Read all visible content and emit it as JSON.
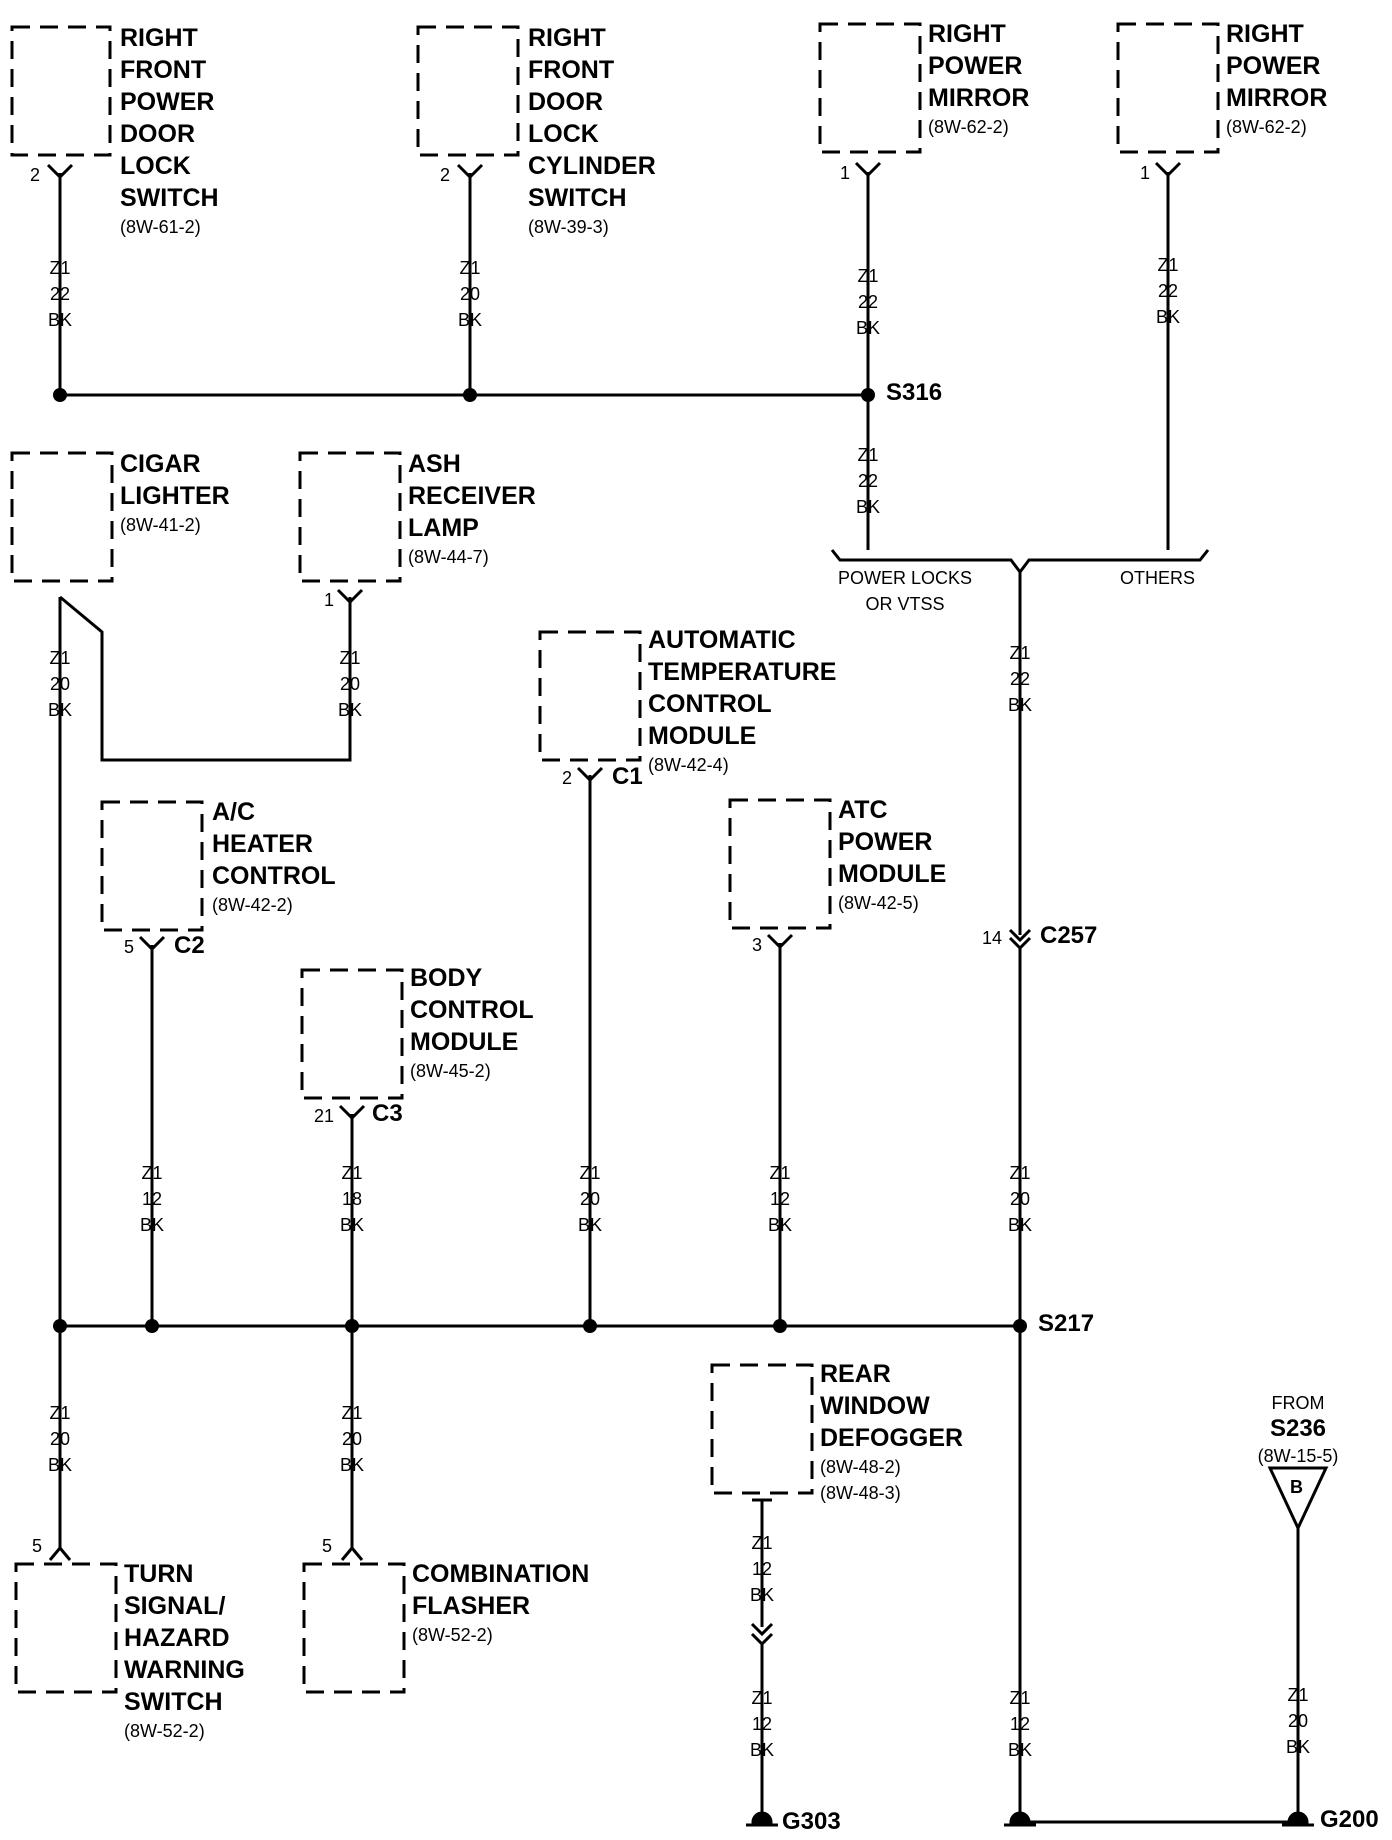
{
  "components": {
    "rf_door_lock_switch": {
      "name": "RIGHT FRONT POWER DOOR LOCK SWITCH",
      "lines": [
        "RIGHT",
        "FRONT",
        "POWER",
        "DOOR",
        "LOCK",
        "SWITCH"
      ],
      "ref": "(8W-61-2)",
      "pin": "2"
    },
    "rf_lock_cylinder_switch": {
      "lines": [
        "RIGHT",
        "FRONT",
        "DOOR",
        "LOCK",
        "CYLINDER",
        "SWITCH"
      ],
      "ref": "(8W-39-3)",
      "pin": "2"
    },
    "right_power_mirror_a": {
      "lines": [
        "RIGHT",
        "POWER",
        "MIRROR"
      ],
      "ref": "(8W-62-2)",
      "pin": "1"
    },
    "right_power_mirror_b": {
      "lines": [
        "RIGHT",
        "POWER",
        "MIRROR"
      ],
      "ref": "(8W-62-2)",
      "pin": "1"
    },
    "cigar_lighter": {
      "lines": [
        "CIGAR",
        "LIGHTER"
      ],
      "ref": "(8W-41-2)"
    },
    "ash_receiver_lamp": {
      "lines": [
        "ASH",
        "RECEIVER",
        "LAMP"
      ],
      "ref": "(8W-44-7)",
      "pin": "1"
    },
    "atc_module": {
      "lines": [
        "AUTOMATIC",
        "TEMPERATURE",
        "CONTROL",
        "MODULE"
      ],
      "ref": "(8W-42-4)",
      "pin": "2",
      "connector": "C1"
    },
    "ac_heater_control": {
      "lines": [
        "A/C",
        "HEATER",
        "CONTROL"
      ],
      "ref": "(8W-42-2)",
      "pin": "5",
      "connector": "C2"
    },
    "atc_power_module": {
      "lines": [
        "ATC",
        "POWER",
        "MODULE"
      ],
      "ref": "(8W-42-5)",
      "pin": "3"
    },
    "body_control_module": {
      "lines": [
        "BODY",
        "CONTROL",
        "MODULE"
      ],
      "ref": "(8W-45-2)",
      "pin": "21",
      "connector": "C3"
    },
    "rear_window_defogger": {
      "lines": [
        "REAR",
        "WINDOW",
        "DEFOGGER"
      ],
      "ref": "(8W-48-2)",
      "ref2": "(8W-48-3)"
    },
    "turn_signal_switch": {
      "lines": [
        "TURN",
        "SIGNAL/",
        "HAZARD",
        "WARNING",
        "SWITCH"
      ],
      "ref": "(8W-52-2)",
      "pin": "5"
    },
    "combination_flasher": {
      "lines": [
        "COMBINATION",
        "FLASHER"
      ],
      "ref": "(8W-52-2)",
      "pin": "5"
    }
  },
  "wires": {
    "w1": {
      "circuit": "Z1",
      "gauge": "22",
      "color": "BK"
    },
    "w2": {
      "circuit": "Z1",
      "gauge": "20",
      "color": "BK"
    },
    "w3": {
      "circuit": "Z1",
      "gauge": "22",
      "color": "BK"
    },
    "w4": {
      "circuit": "Z1",
      "gauge": "22",
      "color": "BK"
    },
    "w5": {
      "circuit": "Z1",
      "gauge": "22",
      "color": "BK"
    },
    "w6": {
      "circuit": "Z1",
      "gauge": "20",
      "color": "BK"
    },
    "w7": {
      "circuit": "Z1",
      "gauge": "20",
      "color": "BK"
    },
    "w8": {
      "circuit": "Z1",
      "gauge": "22",
      "color": "BK"
    },
    "w9": {
      "circuit": "Z1",
      "gauge": "12",
      "color": "BK"
    },
    "w10": {
      "circuit": "Z1",
      "gauge": "18",
      "color": "BK"
    },
    "w11": {
      "circuit": "Z1",
      "gauge": "20",
      "color": "BK"
    },
    "w12": {
      "circuit": "Z1",
      "gauge": "12",
      "color": "BK"
    },
    "w13": {
      "circuit": "Z1",
      "gauge": "20",
      "color": "BK"
    },
    "w14": {
      "circuit": "Z1",
      "gauge": "20",
      "color": "BK"
    },
    "w15": {
      "circuit": "Z1",
      "gauge": "20",
      "color": "BK"
    },
    "w16": {
      "circuit": "Z1",
      "gauge": "12",
      "color": "BK"
    },
    "w17": {
      "circuit": "Z1",
      "gauge": "12",
      "color": "BK"
    },
    "w18": {
      "circuit": "Z1",
      "gauge": "12",
      "color": "BK"
    },
    "w19": {
      "circuit": "Z1",
      "gauge": "20",
      "color": "BK"
    }
  },
  "splices": {
    "s316": "S316",
    "s217": "S217"
  },
  "connectors": {
    "c257": "C257",
    "c257_pin": "14"
  },
  "grounds": {
    "g303": "G303",
    "g200": "G200"
  },
  "branch": {
    "left": [
      "POWER LOCKS",
      "OR VTSS"
    ],
    "right": "OTHERS"
  },
  "source": {
    "from": "FROM",
    "splice": "S236",
    "ref": "(8W-15-5)",
    "letter": "B"
  }
}
